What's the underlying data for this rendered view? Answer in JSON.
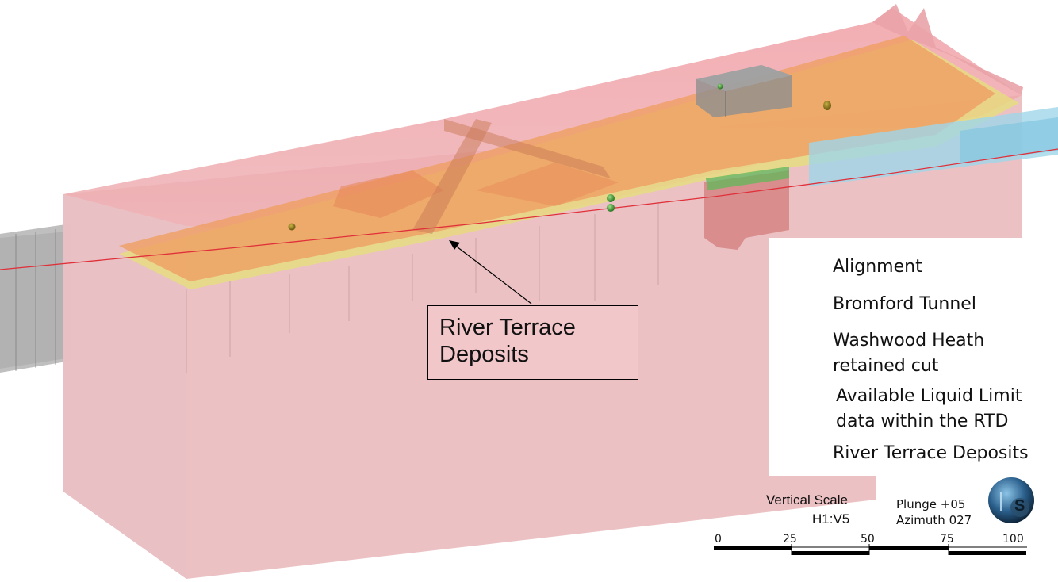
{
  "callout": {
    "text": "River Terrace\nDeposits"
  },
  "legend": {
    "items": [
      {
        "label": "Alignment",
        "symbol": "red-line-icon",
        "color": "#e0303a"
      },
      {
        "label": "Bromford Tunnel",
        "symbol": "blue-swatch-icon",
        "color": "#8fd3ea"
      },
      {
        "label": "Washwood Heath\nretained cut",
        "symbol": "grey-box-icon",
        "color": "#8e8e8e"
      },
      {
        "label": "Available Liquid Limit\ndata within the RTD",
        "symbol": "green-hexagon-icon",
        "color": "#3fa23a"
      },
      {
        "label": "River Terrace Deposits",
        "symbol": "tan-swatch-icon",
        "color": "#c9a283"
      }
    ]
  },
  "scale_info": {
    "vertical_scale_title": "Vertical Scale",
    "vertical_scale_value": "H1:V5",
    "plunge": "Plunge +05",
    "azimuth": "Azimuth 027"
  },
  "scale_bar": {
    "ticks": [
      "0",
      "25",
      "50",
      "75",
      "100"
    ]
  },
  "logo": {
    "letter": "S"
  },
  "colors": {
    "model_pink": "#e7aaaf",
    "terrace_orange": "#ee9f63",
    "terrace_yellow": "#e6e07a",
    "tunnel_blue": "#9fd6ea",
    "cut_grey": "#8f8f8f",
    "point_green": "#3e8f32"
  }
}
